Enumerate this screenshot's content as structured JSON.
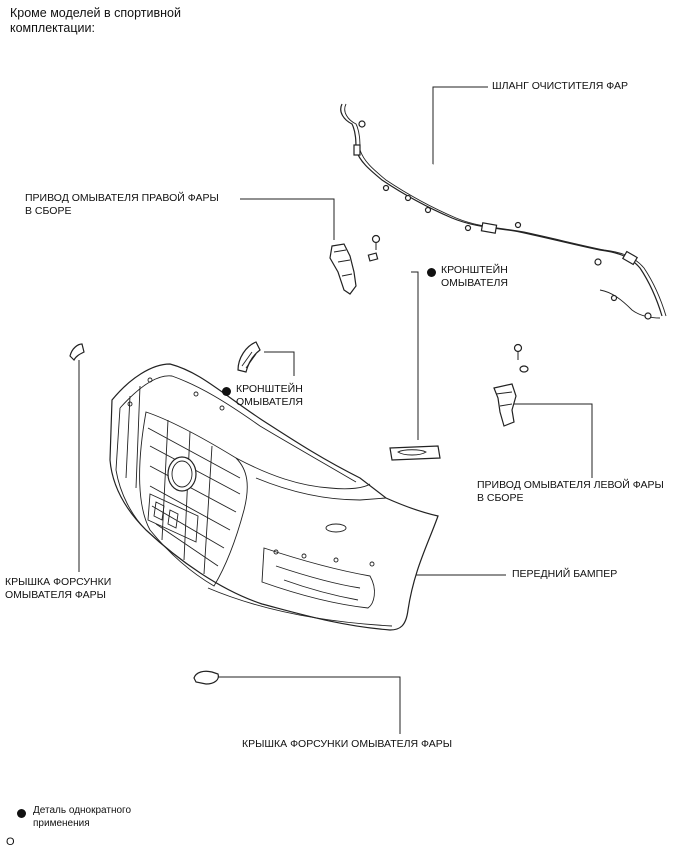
{
  "header": {
    "line1": "Кроме моделей в спортивной",
    "line2": "комплектации:"
  },
  "labels": {
    "headlight_hose": "ШЛАНГ ОЧИСТИТЕЛЯ ФАР",
    "right_actuator_line1": "ПРИВОД ОМЫВАТЕЛЯ ПРАВОЙ ФАРЫ",
    "right_actuator_line2": "В СБОРЕ",
    "bracket_right_line1": "КРОНШТЕЙН",
    "bracket_right_line2": "ОМЫВАТЕЛЯ",
    "bracket_left_line1": "КРОНШТЕЙН",
    "bracket_left_line2": "ОМЫВАТЕЛЯ",
    "left_actuator_line1": "ПРИВОД ОМЫВАТЕЛЯ ЛЕВОЙ ФАРЫ",
    "left_actuator_line2": "В СБОРЕ",
    "nozzle_cover_left_line1": "КРЫШКА ФОРСУНКИ",
    "nozzle_cover_left_line2": "ОМЫВАТЕЛЯ ФАРЫ",
    "front_bumper": "ПЕРЕДНИЙ БАМПЕР",
    "nozzle_cover_bottom": "КРЫШКА ФОРСУНКИ ОМЫВАТЕЛЯ ФАРЫ"
  },
  "legend": {
    "line1": "Деталь однократного",
    "line2": "применения"
  },
  "footer_code": "O",
  "colors": {
    "line": "#222222",
    "background": "#ffffff",
    "marker": "#111111"
  }
}
